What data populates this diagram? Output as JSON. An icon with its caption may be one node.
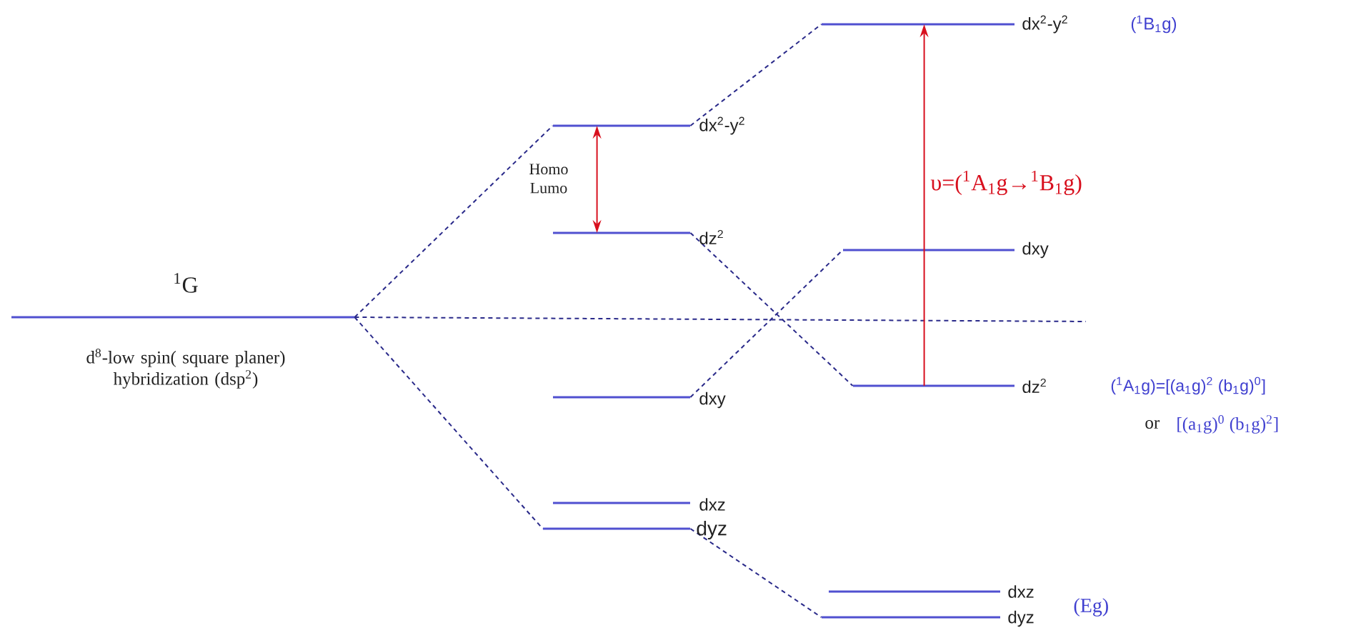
{
  "diagram": {
    "nodes": [
      {
        "text": [],
        "shape": "bar",
        "beside": [
          "$^{1}$G",
          "d$^{8}$-low spin( square planer) hybridization (dsp$^{2}$)"
        ]
      },
      {
        "text": [],
        "shape": "bar",
        "beside": [
          "dx$^{2}$-y$^{2}$"
        ]
      },
      {
        "text": [],
        "shape": "bar",
        "beside": [
          "dz$^{2}$"
        ]
      },
      {
        "text": [],
        "shape": "bar",
        "beside": [
          "dxy"
        ]
      },
      {
        "text": [],
        "shape": "bar",
        "beside": [
          "dxz"
        ]
      },
      {
        "text": [],
        "shape": "bar",
        "beside": [
          "dyz"
        ]
      },
      {
        "text": [],
        "shape": "bar",
        "beside": [
          "dx$^{2}$-y$^{2}$",
          "($^{1}$B$_{1}$g)"
        ]
      },
      {
        "text": [],
        "shape": "bar",
        "beside": [
          "dxy"
        ]
      },
      {
        "text": [],
        "shape": "bar",
        "beside": [
          "dz$^{2}$",
          "($^{1}$A$_{1}$g)=[(a$_{1}$g)$^{2}$ (b$_{1}$g)$^{0}$]",
          "or",
          "[(a$_{1}$g)$^{0}$ (b$_{1}$g)$^{2}$]"
        ]
      },
      {
        "text": [],
        "shape": "bar",
        "beside": [
          "dxz"
        ]
      },
      {
        "text": [],
        "shape": "bar",
        "beside": [
          "dyz",
          "(Eg)"
        ]
      }
    ],
    "edges": [
      {
        "from": 0,
        "to": 1,
        "arrow": "none",
        "style": "dashed"
      },
      {
        "from": 0,
        "to": 5,
        "arrow": "none",
        "style": "dashed"
      },
      {
        "from": 0,
        "to": null,
        "arrow": "none",
        "style": "dashed"
      },
      {
        "from": 1,
        "to": 6,
        "arrow": "none",
        "style": "dashed"
      },
      {
        "from": 2,
        "to": 8,
        "arrow": "none",
        "style": "dashed"
      },
      {
        "from": 3,
        "to": 7,
        "arrow": "none",
        "style": "dashed"
      },
      {
        "from": 5,
        "to": 10,
        "arrow": "none",
        "style": "dashed"
      },
      {
        "from": 2,
        "to": 1,
        "arrow": "both",
        "color": "#d8101e",
        "label": "Homo Lumo"
      },
      {
        "from": 8,
        "to": 6,
        "arrow": "to",
        "color": "#d8101e",
        "label": "υ=($^{1}$A$_{1}$g→$^{1}$B$_{1}$g)"
      }
    ]
  }
}
